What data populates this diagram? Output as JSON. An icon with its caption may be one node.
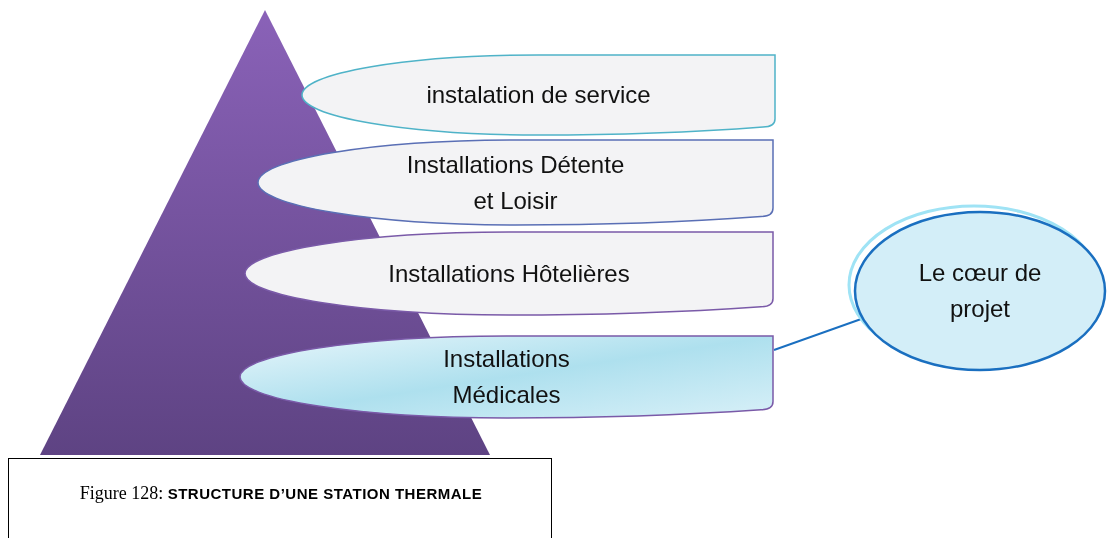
{
  "diagram": {
    "caption": "Figure 128: **STRUCTURE D’UNE STATION THERMALE**",
    "nodes": [
      {
        "text": [
          "instalation de service"
        ]
      },
      {
        "text": [
          "Installations Détente et Loisir"
        ]
      },
      {
        "text": [
          "Installations Hôtelières"
        ]
      },
      {
        "text": [
          "Installations Médicales"
        ]
      },
      {
        "text": [
          "Le cœur de projet"
        ]
      }
    ],
    "edges": [
      {
        "from": 4,
        "to": 3,
        "arrow": "none"
      }
    ]
  }
}
